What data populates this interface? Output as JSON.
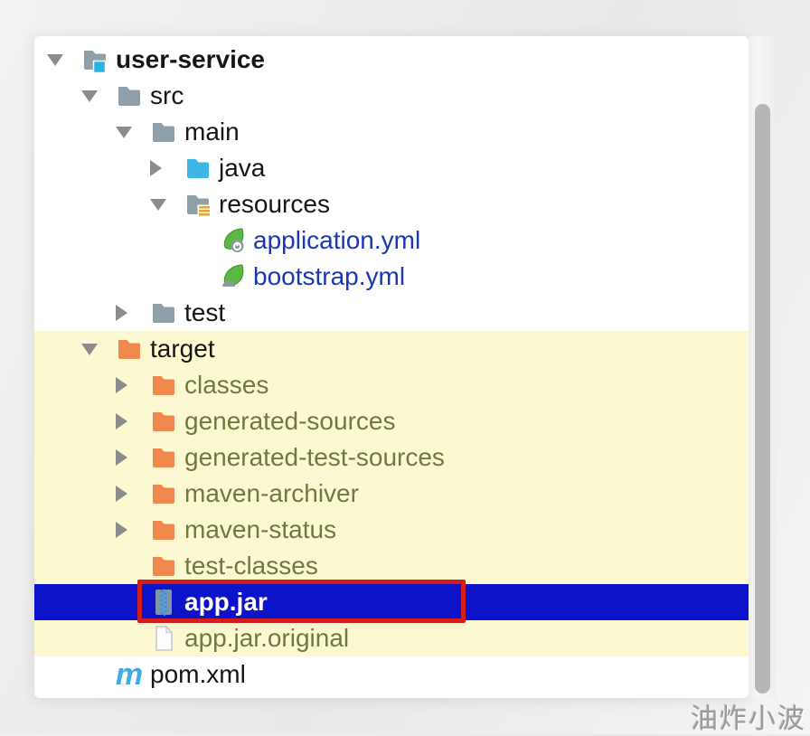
{
  "tree": {
    "rows": [
      {
        "label": "user-service",
        "level": 0,
        "arrow": "expanded",
        "icon": "module-folder",
        "style": "root"
      },
      {
        "label": "src",
        "level": 1,
        "arrow": "expanded",
        "icon": "folder",
        "style": "default"
      },
      {
        "label": "main",
        "level": 2,
        "arrow": "expanded",
        "icon": "folder",
        "style": "default"
      },
      {
        "label": "java",
        "level": 3,
        "arrow": "collapsed",
        "icon": "sources-folder",
        "style": "default"
      },
      {
        "label": "resources",
        "level": 3,
        "arrow": "expanded",
        "icon": "resources-folder",
        "style": "default"
      },
      {
        "label": "application.yml",
        "level": 4,
        "arrow": "none",
        "icon": "spring-boot-config",
        "style": "config"
      },
      {
        "label": "bootstrap.yml",
        "level": 4,
        "arrow": "none",
        "icon": "spring-config",
        "style": "config"
      },
      {
        "label": "test",
        "level": 2,
        "arrow": "collapsed",
        "icon": "folder",
        "style": "default"
      },
      {
        "label": "target",
        "level": 1,
        "arrow": "expanded",
        "icon": "excluded-folder",
        "style": "default",
        "excluded": true
      },
      {
        "label": "classes",
        "level": 2,
        "arrow": "collapsed",
        "icon": "excluded-folder",
        "style": "ignored",
        "excluded": true
      },
      {
        "label": "generated-sources",
        "level": 2,
        "arrow": "collapsed",
        "icon": "excluded-folder",
        "style": "ignored",
        "excluded": true
      },
      {
        "label": "generated-test-sources",
        "level": 2,
        "arrow": "collapsed",
        "icon": "excluded-folder",
        "style": "ignored",
        "excluded": true
      },
      {
        "label": "maven-archiver",
        "level": 2,
        "arrow": "collapsed",
        "icon": "excluded-folder",
        "style": "ignored",
        "excluded": true
      },
      {
        "label": "maven-status",
        "level": 2,
        "arrow": "collapsed",
        "icon": "excluded-folder",
        "style": "ignored",
        "excluded": true
      },
      {
        "label": "test-classes",
        "level": 2,
        "arrow": "none",
        "icon": "excluded-folder",
        "style": "ignored",
        "excluded": true
      },
      {
        "label": "app.jar",
        "level": 2,
        "arrow": "none",
        "icon": "jar-archive",
        "style": "default",
        "selected": true,
        "annotated": true
      },
      {
        "label": "app.jar.original",
        "level": 2,
        "arrow": "none",
        "icon": "plain-file",
        "style": "ignored",
        "excluded": true
      },
      {
        "label": "pom.xml",
        "level": 1,
        "arrow": "none",
        "icon": "maven",
        "style": "default"
      },
      {
        "label": "",
        "level": 2,
        "arrow": "expanded",
        "icon": "none",
        "style": "default",
        "clipped": true
      }
    ]
  },
  "icons": {
    "maven_glyph": "m"
  },
  "watermark": {
    "text": "油炸小波"
  },
  "colors": {
    "folder_gray": "#90a0ab",
    "folder_blue": "#3eb6e8",
    "folder_orange": "#f0894e",
    "module_badge_blue": "#29b1e3",
    "resources_badge_amber": "#e3a53c",
    "spring_green": "#5cb843",
    "spring_green_dark": "#3f9132",
    "spring_gray": "#8f9ba1",
    "jar_body": "#7e95a9",
    "jar_band": "#6b8299",
    "jar_zipper": "#4aa3e8",
    "maven_blue": "#3bafe3",
    "selection_blue": "#0c13c8",
    "excluded_bg": "#fcf9d2",
    "ignored_text": "#6e7b40",
    "config_text": "#1b38b4",
    "default_text": "#161616",
    "selected_text": "#ffffff",
    "annotation_red": "#d21d1d",
    "arrow_gray": "#8c8c8c",
    "scrollbar": "#b6b6b6",
    "file_fill": "#fdfdfd",
    "file_stroke": "#c9c9c9"
  }
}
